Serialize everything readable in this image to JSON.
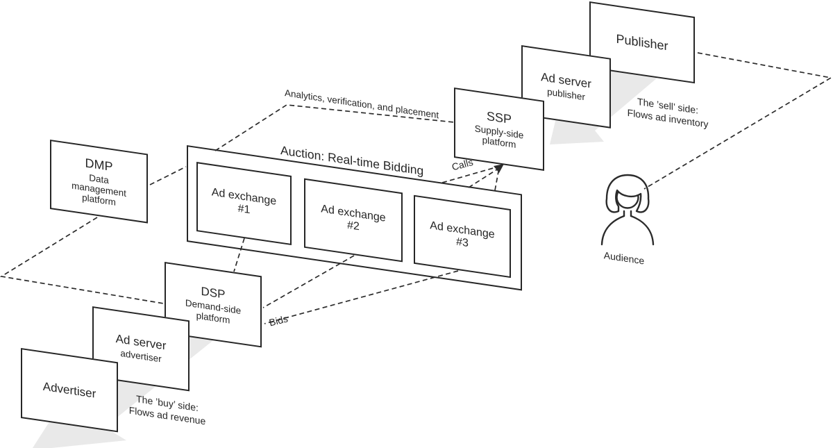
{
  "nodes": {
    "publisher": {
      "title": "Publisher"
    },
    "ad_server_publisher": {
      "title": "Ad server",
      "subtitle": "publisher"
    },
    "ssp": {
      "title": "SSP",
      "subtitle": "Supply-side\nplatform"
    },
    "dmp": {
      "title": "DMP",
      "subtitle": "Data\nmanagement\nplatform"
    },
    "auction": {
      "title": "Auction: Real-time Bidding"
    },
    "ad_exchange_1": {
      "title": "Ad exchange\n#1"
    },
    "ad_exchange_2": {
      "title": "Ad exchange\n#2"
    },
    "ad_exchange_3": {
      "title": "Ad exchange\n#3"
    },
    "dsp": {
      "title": "DSP",
      "subtitle": "Demand-side\nplatform"
    },
    "ad_server_advertiser": {
      "title": "Ad server",
      "subtitle": "advertiser"
    },
    "advertiser": {
      "title": "Advertiser"
    },
    "audience": {
      "label": "Audience"
    }
  },
  "edge_labels": {
    "analytics": "Analytics, verification, and placement",
    "calls": "Calls",
    "bids": "Bids"
  },
  "captions": {
    "sell_side": "The ’sell’ side:\nFlows ad inventory",
    "buy_side": "The ’buy’ side:\nFlows ad revenue"
  },
  "colors": {
    "line": "#262626",
    "box_bg": "#ffffff",
    "shadow_arrow": "#e9e9e9"
  }
}
